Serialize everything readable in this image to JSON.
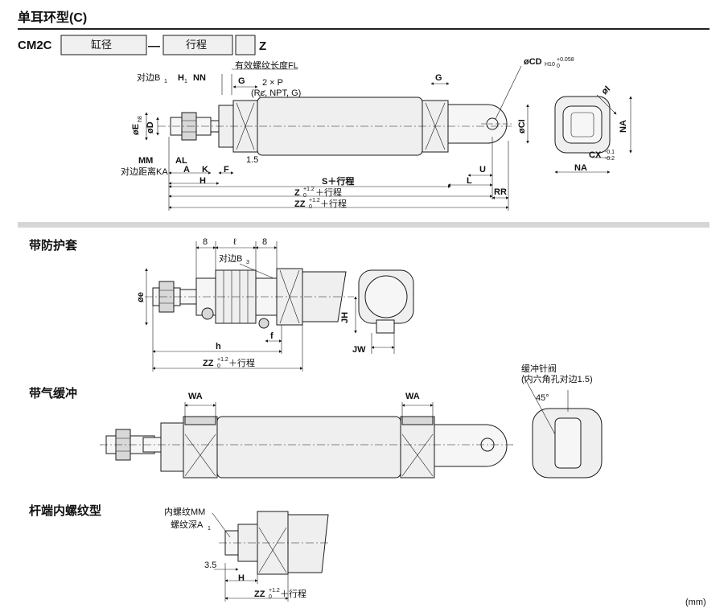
{
  "title": "单耳环型(C)",
  "order": {
    "model": "CM2C",
    "bore": "缸径",
    "dash": "—",
    "stroke": "行程",
    "suffix": "Z"
  },
  "main": {
    "b1": "对边B",
    "b1_sub": "1",
    "h1": "H",
    "h1_sub": "1",
    "nn": "NN",
    "g": "G",
    "fl": "有效螺纹长度FL",
    "p": "2 × P",
    "p_types": "(Rc, NPT, G)",
    "cd": "øCD",
    "cd_tol": "H10",
    "cd_tol_up": "+0.058",
    "cd_tol_lo": "0",
    "e": "øE",
    "e_tol": "h8",
    "d": "øD",
    "mm": "MM",
    "ka": "对边距离KA",
    "al": "AL",
    "a": "A",
    "k": "K",
    "h": "H",
    "f": "F",
    "fifteen": "1.5",
    "s": "S＋行程",
    "z": "Z",
    "z_tol_up": "+1.2",
    "z_tol_lo": "0",
    "z_suffix": "＋行程",
    "zz": "ZZ",
    "zz_suffix": "＋行程",
    "l": "L",
    "u": "U",
    "rr": "RR",
    "ci": "øCI",
    "na": "NA",
    "na2": "NA",
    "cx": "CX",
    "cx_tol_up": "-0.1",
    "cx_tol_lo": "-0.2",
    "i": "øI"
  },
  "boot": {
    "label": "带防护套",
    "eight_a": "8",
    "ell": "ℓ",
    "eight_b": "8",
    "b3": "对边B",
    "b3_sub": "3",
    "e": "øe",
    "f": "f",
    "h": "h",
    "zz": "ZZ",
    "zz_tol_up": "+1.2",
    "zz_tol_lo": "0",
    "zz_suffix": "＋行程",
    "jh": "JH",
    "jw": "JW"
  },
  "cushion": {
    "label": "带气缓冲",
    "wa_left": "WA",
    "wa_right": "WA",
    "valve": "缓冲针阀",
    "valve_note": "(内六角孔对边1.5)",
    "angle": "45°"
  },
  "female": {
    "label": "杆端内螺纹型",
    "mm": "内螺纹MM",
    "a1": "螺纹深A",
    "a1_sub": "1",
    "three_five": "3.5",
    "h": "H",
    "zz": "ZZ",
    "zz_tol_up": "+1.2",
    "zz_tol_lo": "0",
    "zz_suffix": "＋行程"
  },
  "unit": "(mm)"
}
